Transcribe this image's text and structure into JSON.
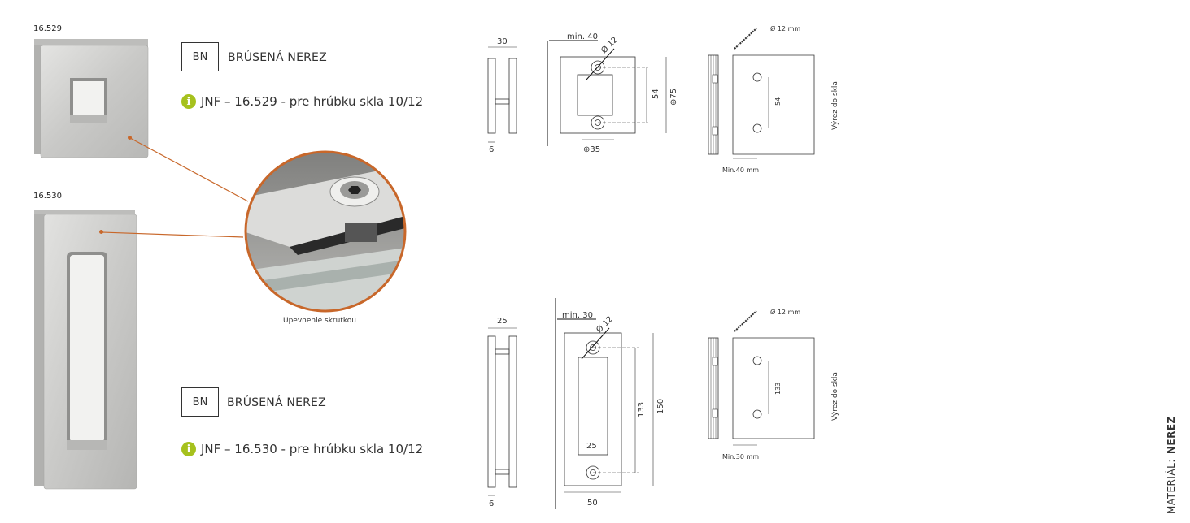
{
  "product_1": {
    "code": "16.529",
    "finish_code": "BN",
    "finish_name": "BRÚSENÁ NEREZ",
    "info": "JNF – 16.529 - pre hrúbku skla 10/12",
    "dims": {
      "width": "30",
      "base": "6",
      "min": "min. 40",
      "hole": "Ø 12",
      "hole_spacing": "54",
      "height": "⊕75",
      "plate": "⊕35",
      "drill": "Ø 12 mm",
      "cut_spacing": "54",
      "min_edge": "Min.40 mm",
      "cutout_label": "Výrez do skla"
    }
  },
  "product_2": {
    "code": "16.530",
    "finish_code": "BN",
    "finish_name": "BRÚSENÁ NEREZ",
    "info": "JNF – 16.530 - pre hrúbku skla 10/12",
    "dims": {
      "width": "25",
      "base": "6",
      "min": "min. 30",
      "hole": "Ø 12",
      "hole_spacing": "133",
      "height": "150",
      "inner_width": "25",
      "plate": "50",
      "drill": "Ø 12 mm",
      "cut_spacing": "133",
      "min_edge": "Min.30 mm",
      "cutout_label": "Výrez do skla"
    }
  },
  "detail_caption": "Upevnenie skrutkou",
  "material": {
    "label": "MATERIÁL:",
    "value": "NEREZ"
  },
  "colors": {
    "accent": "#c8672a",
    "info": "#a6c11d",
    "steel": "#cfcfcd"
  }
}
